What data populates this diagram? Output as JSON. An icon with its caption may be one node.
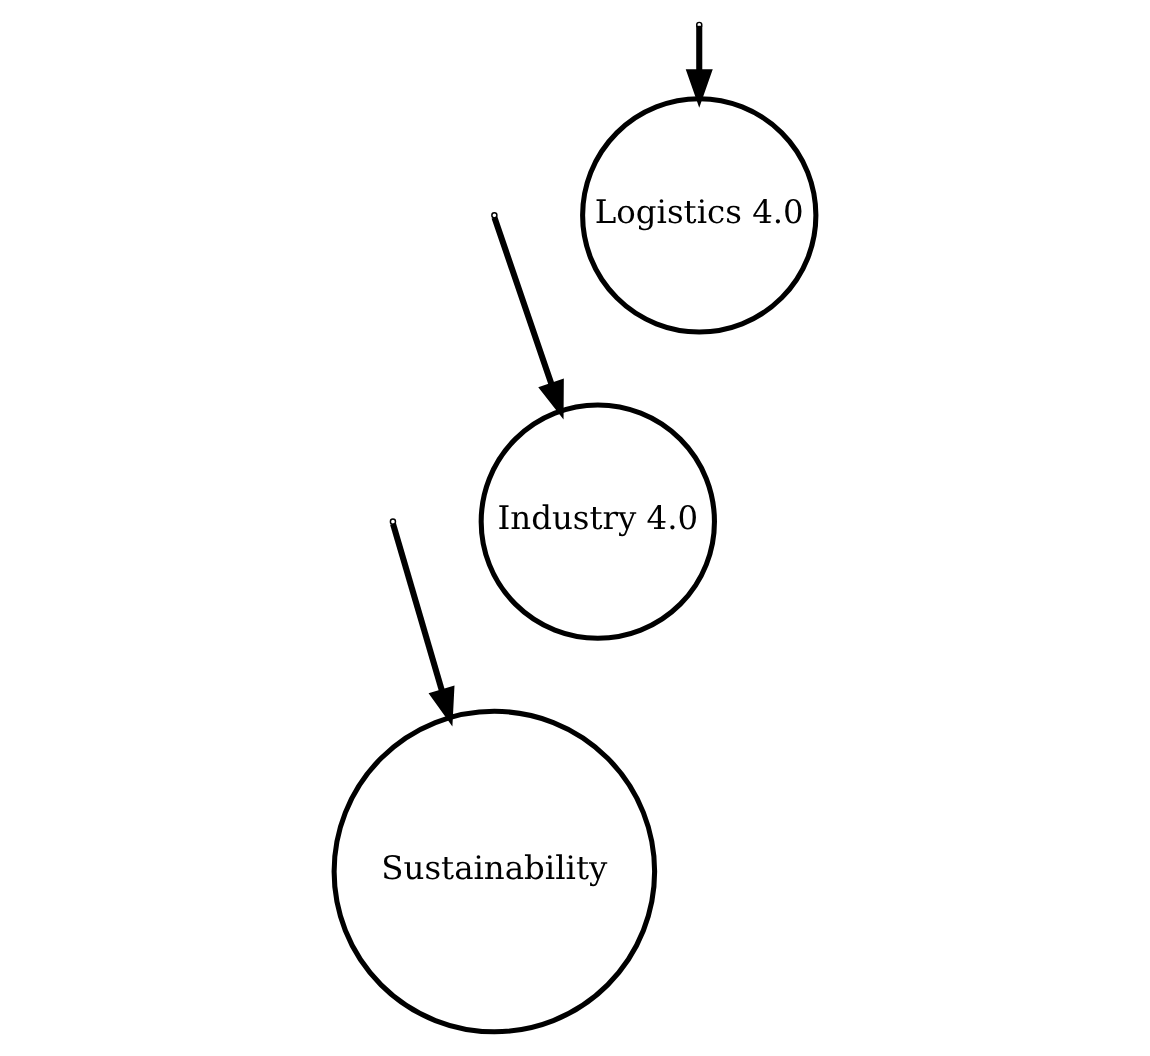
{
  "diagram": {
    "nodes": [
      {
        "text": [
          "Logistics 4.0"
        ]
      },
      {
        "text": [
          "Industry 4.0"
        ]
      },
      {
        "text": [
          "Sustainability"
        ]
      }
    ],
    "edges": [
      {
        "from": null,
        "to": 0,
        "arrow": "to"
      },
      {
        "from": null,
        "to": 1,
        "arrow": "to"
      },
      {
        "from": null,
        "to": 2,
        "arrow": "to"
      }
    ]
  }
}
